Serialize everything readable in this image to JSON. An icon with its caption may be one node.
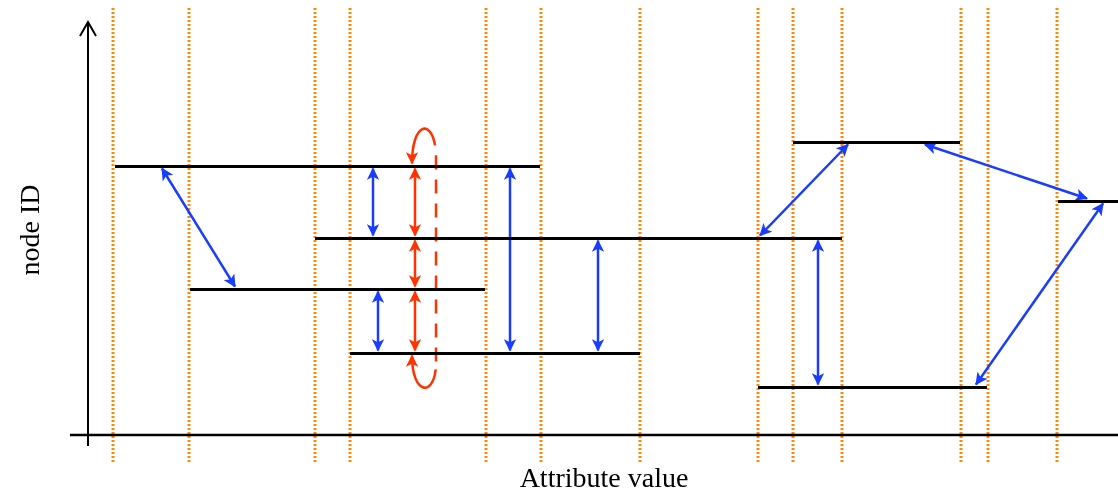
{
  "diagram": {
    "nodes": [
      {
        "text": [],
        "shape": "bar"
      },
      {
        "text": [],
        "shape": "bar"
      },
      {
        "text": [],
        "shape": "bar"
      },
      {
        "text": [],
        "shape": "bar"
      },
      {
        "text": [],
        "shape": "bar"
      },
      {
        "text": [],
        "shape": "bar"
      },
      {
        "text": [],
        "shape": "bar"
      }
    ],
    "edges": [
      {
        "from": 0,
        "to": 2,
        "arrow": "both"
      },
      {
        "from": 0,
        "to": 1,
        "arrow": "both"
      },
      {
        "from": 2,
        "to": 3,
        "arrow": "both"
      },
      {
        "from": 0,
        "to": 3,
        "arrow": "both"
      },
      {
        "from": 1,
        "to": 3,
        "arrow": "both"
      },
      {
        "from": 1,
        "to": 4,
        "arrow": "both"
      },
      {
        "from": 4,
        "to": 5,
        "arrow": "both"
      },
      {
        "from": 1,
        "to": 6,
        "arrow": "both"
      },
      {
        "from": 6,
        "to": 5,
        "arrow": "both"
      },
      {
        "from": 0,
        "to": 1,
        "arrow": "both",
        "color": "#ff3300"
      },
      {
        "from": 1,
        "to": 2,
        "arrow": "both",
        "color": "#ff3300"
      },
      {
        "from": 2,
        "to": 3,
        "arrow": "both",
        "color": "#ff3300"
      },
      {
        "from": 3,
        "to": 0,
        "arrow": "both",
        "style": "dashed",
        "color": "#ff3300"
      }
    ],
    "labels": [
      "node ID",
      "Attribute value"
    ]
  }
}
